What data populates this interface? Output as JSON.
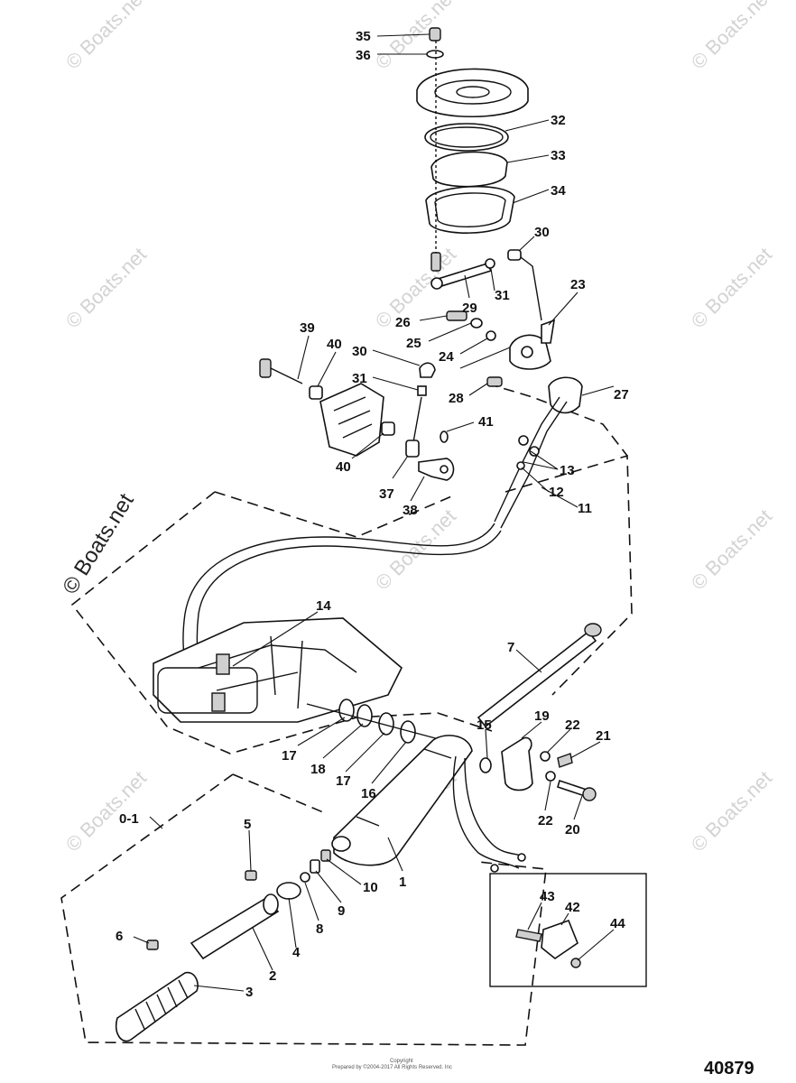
{
  "watermark": {
    "text": "© Boats.net",
    "prominent_text": "© Boats.net"
  },
  "figure_number": "40879",
  "copyright": {
    "line1": "Copyright",
    "line2": "Prepared by ©2004-2017 All Rights Reserved. Inc"
  },
  "callouts": {
    "c1": "1",
    "c2": "2",
    "c3": "3",
    "c4": "4",
    "c5": "5",
    "c6": "6",
    "c7": "7",
    "c8": "8",
    "c9": "9",
    "c10": "10",
    "c11": "11",
    "c12": "12",
    "c13": "13",
    "c14": "14",
    "c15": "15",
    "c16": "16",
    "c17a": "17",
    "c17b": "17",
    "c18": "18",
    "c19": "19",
    "c20": "20",
    "c21": "21",
    "c22a": "22",
    "c22b": "22",
    "c23": "23",
    "c24": "24",
    "c25": "25",
    "c26": "26",
    "c27": "27",
    "c28": "28",
    "c29": "29",
    "c30a": "30",
    "c30b": "30",
    "c31a": "31",
    "c31b": "31",
    "c32": "32",
    "c33": "33",
    "c34": "34",
    "c35": "35",
    "c36": "36",
    "c37": "37",
    "c38": "38",
    "c39": "39",
    "c40a": "40",
    "c40b": "40",
    "c41": "41",
    "c42": "42",
    "c43": "43",
    "c44": "44",
    "c01": "0-1"
  }
}
